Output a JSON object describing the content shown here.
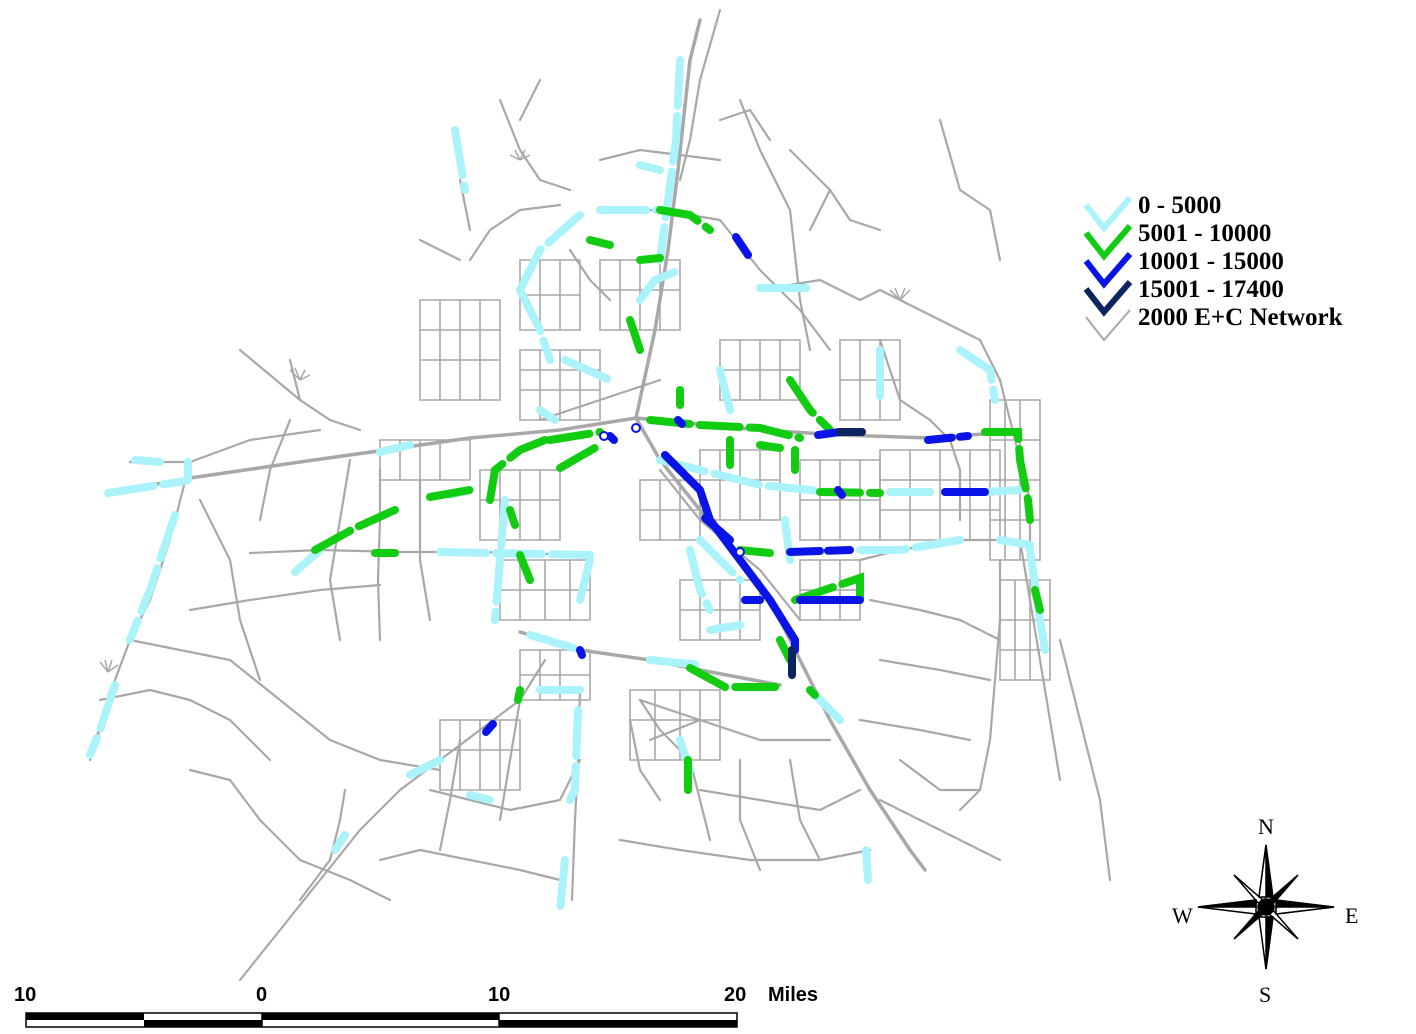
{
  "legend": {
    "items": [
      {
        "label": "0 - 5000",
        "color": "#aaf3fb"
      },
      {
        "label": "5001 - 10000",
        "color": "#11cc11"
      },
      {
        "label": "10001 - 15000",
        "color": "#0a14e6"
      },
      {
        "label": "15001 - 17400",
        "color": "#0c2460"
      },
      {
        "label": "2000 E+C Network",
        "color": "#a8a8a8"
      }
    ]
  },
  "scale_bar": {
    "labels": [
      "10",
      "0",
      "10",
      "20"
    ],
    "unit": "Miles"
  },
  "compass": {
    "north": "N",
    "south": "S",
    "east": "E",
    "west": "W"
  },
  "colors": {
    "network": "#a8a8a8",
    "class_0_5000": "#aaf3fb",
    "class_5001_10000": "#11cc11",
    "class_10001_15000": "#0a14e6",
    "class_15001_17400": "#0c2460"
  }
}
